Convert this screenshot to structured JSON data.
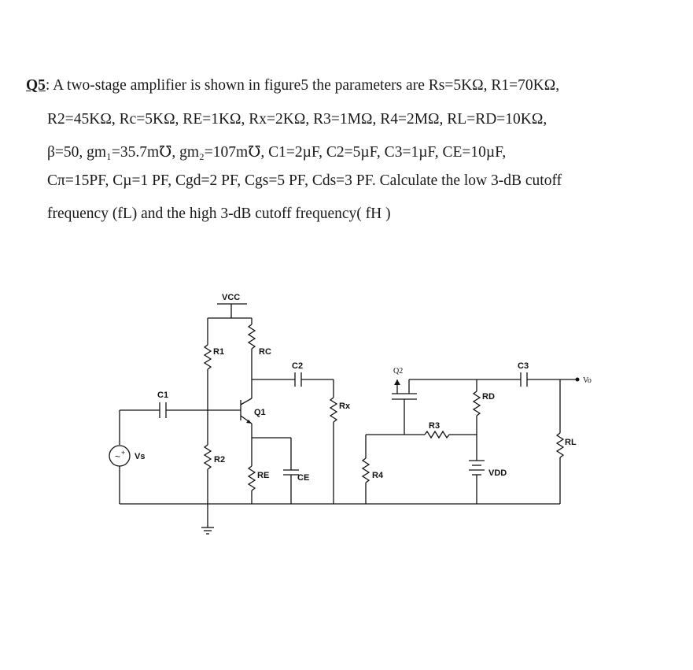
{
  "question": {
    "label": "Q5",
    "line1": ": A two-stage amplifier is shown in figure5 the parameters are Rs=5KΩ, R1=70KΩ,",
    "line2": "R2=45KΩ, Rc=5KΩ, RE=1KΩ, Rx=2KΩ, R3=1MΩ, R4=2MΩ, RL=RD=10KΩ,",
    "line3": "β=50,  gm₁=35.7m℧,  gm₂=107m℧,  C1=2µF,  C2=5µF,  C3=1µF,  CE=10µF,",
    "line4": "Cπ=15PF, Cµ=1 PF, Cgd=2 PF, Cgs=5 PF, Cds=3 PF. Calculate the low 3-dB cutoff",
    "line5": "frequency (fL) and the high  3-dB cutoff frequency( fH )"
  },
  "circuit": {
    "vcc": "VCC",
    "r1": "R1",
    "rc": "RC",
    "c2": "C2",
    "q2": "Q2",
    "c3": "C3",
    "vo": "Vo",
    "c1": "C1",
    "q1": "Q1",
    "rx": "Rx",
    "rd": "RD",
    "r3": "R3",
    "rl": "RL",
    "vs": "Vs",
    "r2": "R2",
    "re": "RE",
    "ce": "CE",
    "r4": "R4",
    "vdd": "VDD"
  }
}
